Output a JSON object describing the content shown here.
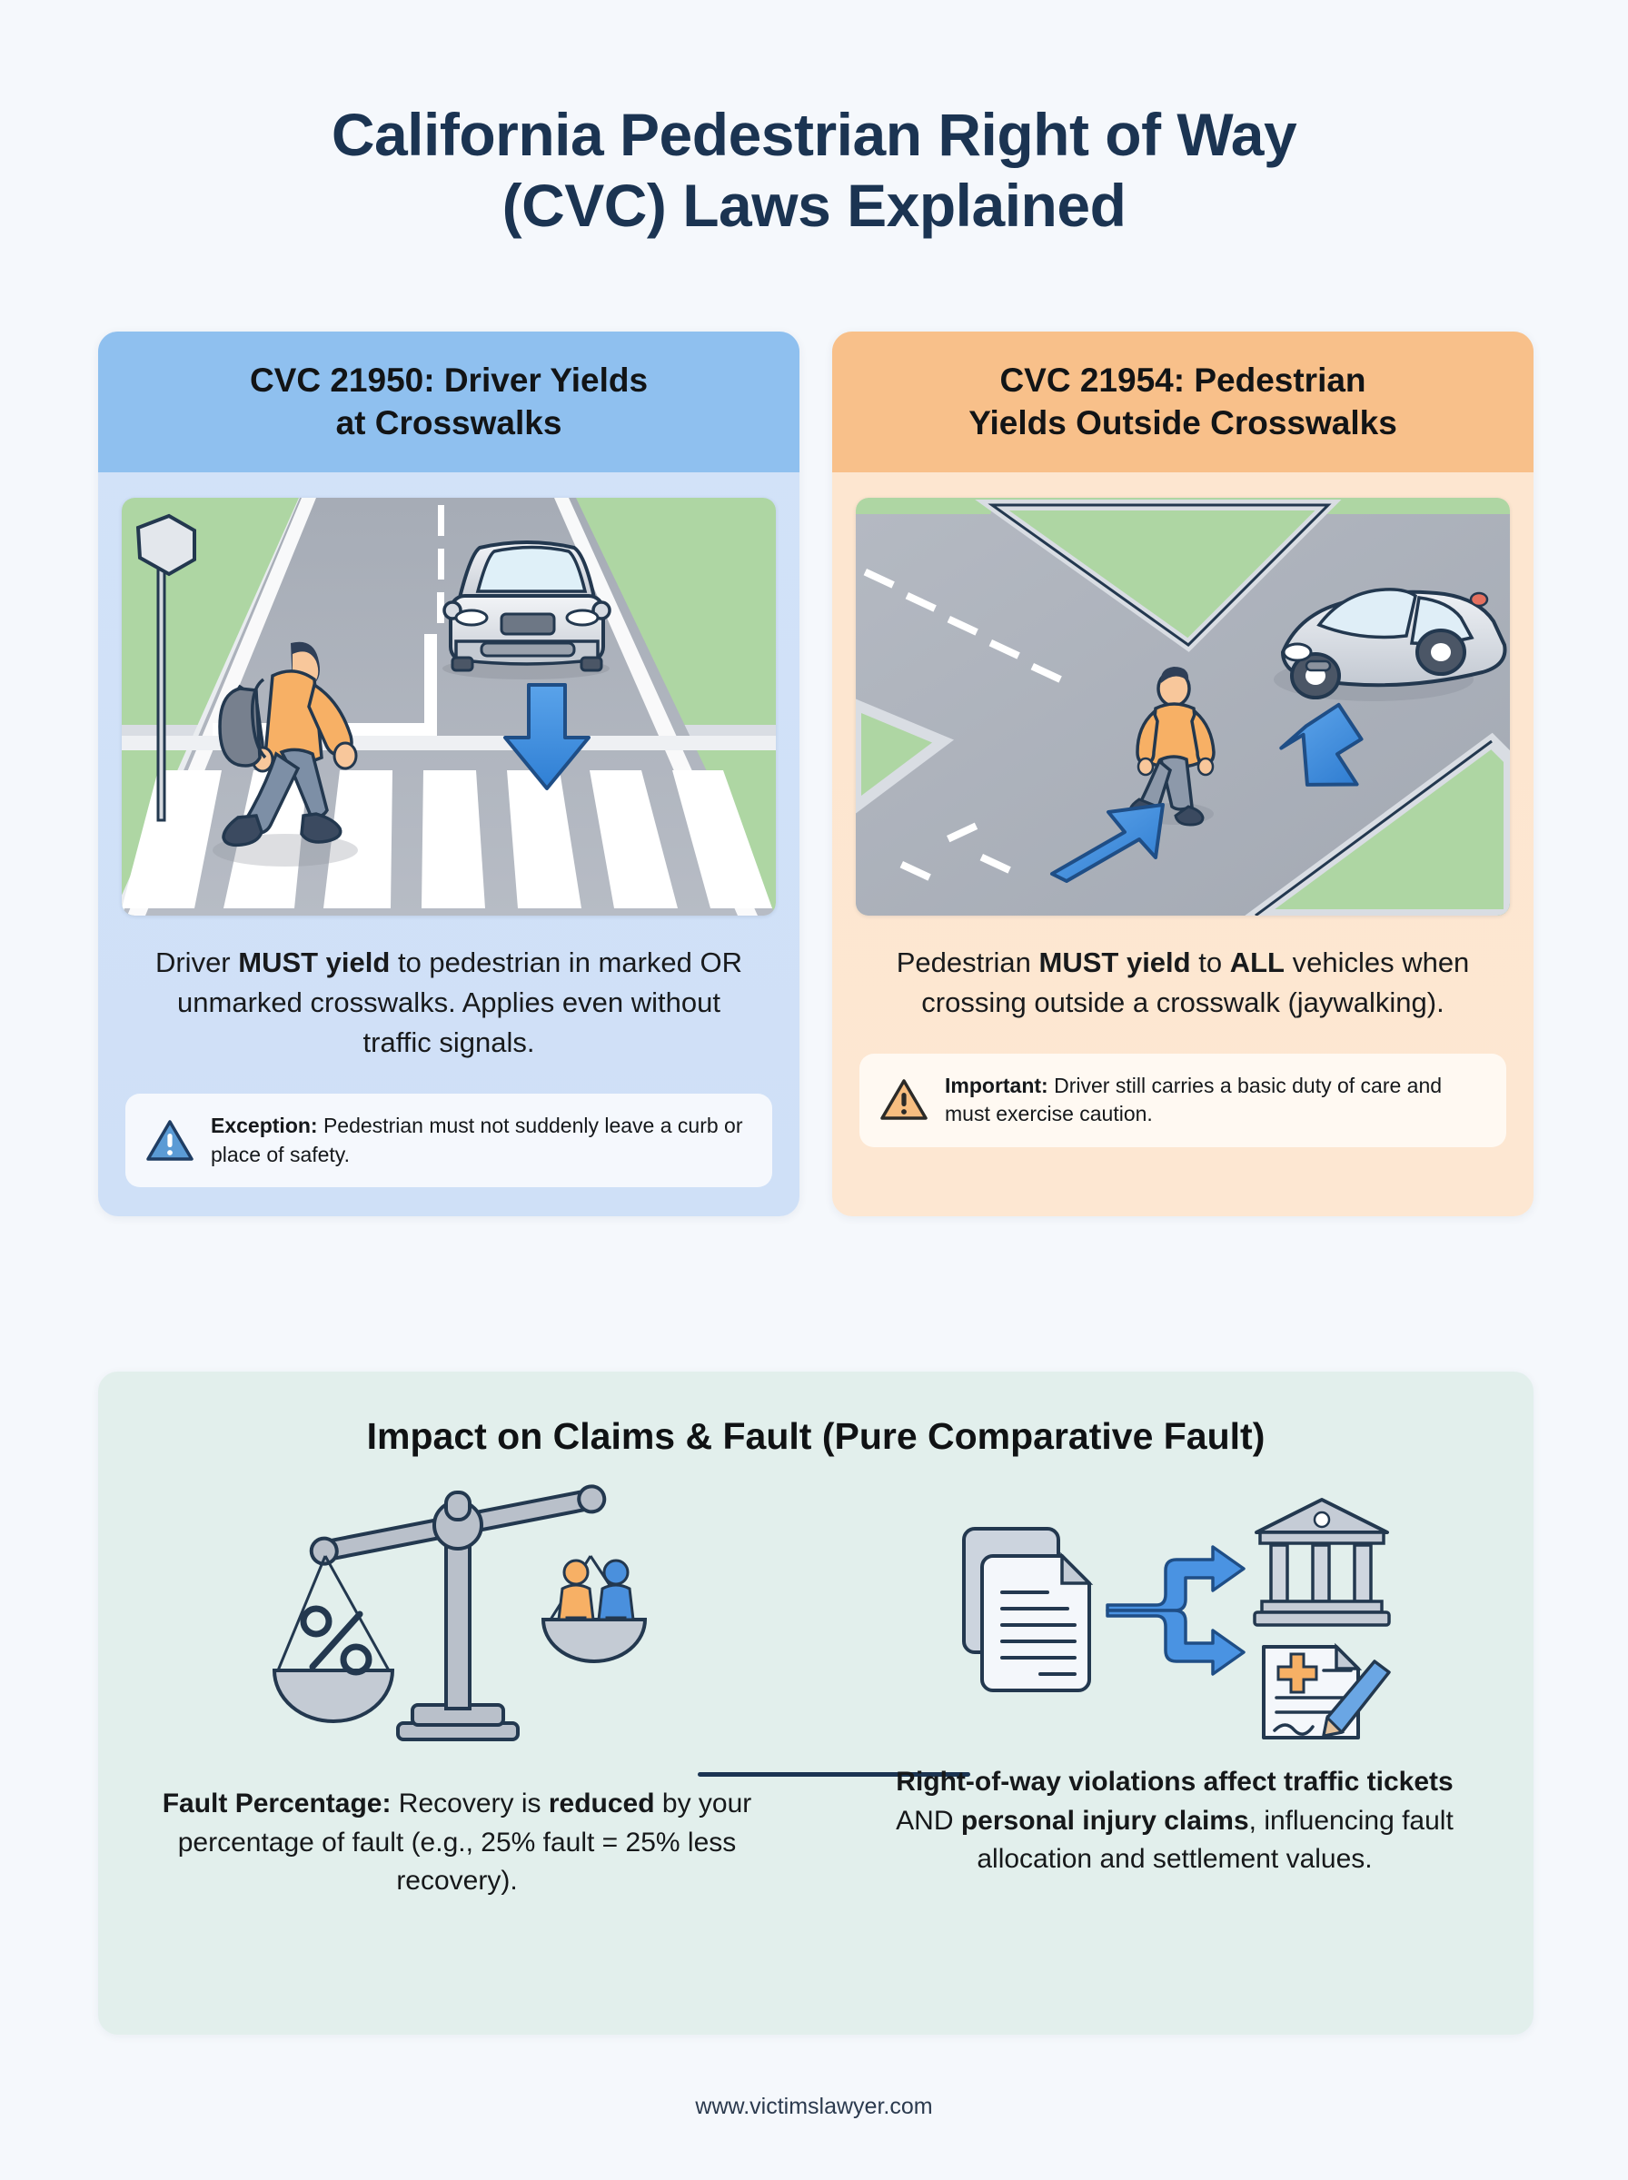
{
  "title": {
    "line1": "California Pedestrian Right of Way",
    "line2": "(CVC) Laws Explained"
  },
  "colors": {
    "page_background": "#f5f8fc",
    "title_text": "#1b3452",
    "card_blue_header": "#8fc0ef",
    "card_blue_body": "#d2e2f8",
    "card_orange_header": "#f8c08a",
    "card_orange_body": "#fde6cf",
    "bottom_panel": "#e2efec",
    "accent_arrow_blue": "#3c8ee0",
    "pedestrian_orange": "#f7b065",
    "grass_green": "#aed6a3",
    "road_gray": "#a8aeb8",
    "outline_navy": "#23384f"
  },
  "cards": [
    {
      "id": "cvc-21950",
      "theme": "blue",
      "header_line1": "CVC 21950: Driver Yields",
      "header_line2": "at Crosswalks",
      "illustration": "crosswalk-driver-yield-illustration",
      "body": {
        "segments": [
          {
            "text": "Driver ",
            "bold": false
          },
          {
            "text": "MUST yield",
            "bold": true
          },
          {
            "text": " to pedestrian in marked OR unmarked crosswalks. Applies even without traffic signals.",
            "bold": false
          }
        ]
      },
      "note": {
        "icon": "warning-triangle-icon",
        "icon_color": "#5b9bd5",
        "label": "Exception:",
        "text": " Pedestrian must not suddenly leave a curb or place of safety."
      }
    },
    {
      "id": "cvc-21954",
      "theme": "orange",
      "header_line1": "CVC 21954: Pedestrian",
      "header_line2": "Yields Outside Crosswalks",
      "illustration": "jaywalking-intersection-illustration",
      "body": {
        "segments": [
          {
            "text": "Pedestrian ",
            "bold": false
          },
          {
            "text": "MUST yield",
            "bold": true
          },
          {
            "text": " to ",
            "bold": false
          },
          {
            "text": "ALL",
            "bold": true
          },
          {
            "text": " vehicles when crossing outside a crosswalk (jaywalking).",
            "bold": false
          }
        ]
      },
      "note": {
        "icon": "warning-triangle-icon",
        "icon_color": "#f5b169",
        "label": "Important:",
        "text": " Driver still carries a basic duty of care and must exercise caution."
      }
    }
  ],
  "bottom": {
    "title": "Impact on Claims & Fault (Pure Comparative Fault)",
    "left": {
      "illustration": "balance-scales-percent-icon",
      "segments": [
        {
          "text": "Fault Percentage:",
          "bold": true
        },
        {
          "text": " Recovery is ",
          "bold": false
        },
        {
          "text": "reduced",
          "bold": true
        },
        {
          "text": " by your percentage of fault (e.g., 25% fault = 25% less recovery).",
          "bold": false
        }
      ],
      "example_fault_percent": "25%",
      "example_reduction_percent": "25%"
    },
    "right": {
      "illustration": "documents-branch-courthouse-medical-icon",
      "segments": [
        {
          "text": "Right-of-way violations affect traffic tickets",
          "bold": true
        },
        {
          "text": " AND ",
          "bold": false
        },
        {
          "text": "personal injury claims",
          "bold": true
        },
        {
          "text": ", influencing fault allocation and settlement values.",
          "bold": false
        }
      ]
    }
  },
  "footer": {
    "url": "www.victimslawyer.com"
  }
}
